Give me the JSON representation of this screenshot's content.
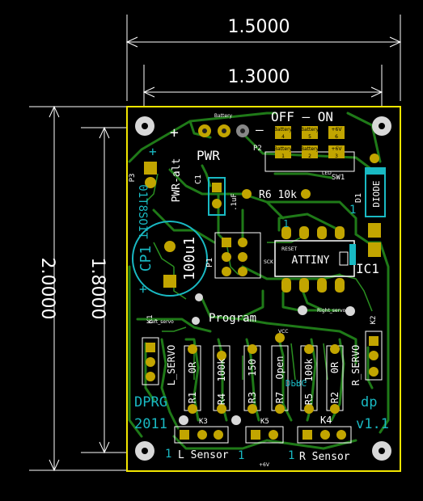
{
  "dimensions": {
    "top_outer": "1.5000",
    "top_inner": "1.3000",
    "left_outer": "2.0000",
    "left_inner": "1.8000"
  },
  "labels": {
    "battery": "Battery",
    "pwr": "PWR",
    "pwr_alt": "PWR-alt",
    "off_on": "OFF  –  ON",
    "p2": "P2",
    "p3": "P3",
    "sw1": "SW1",
    "d1": "D1",
    "diode": "DIODE",
    "c1": "C1",
    "c1_val": ".1uF",
    "r6": "R6 10k",
    "cp1": "CP1",
    "cp1_val": "100u1",
    "rev": "01T8SOIT",
    "p1": "P1",
    "attiny": "ATTINY",
    "ic1": "IC1",
    "program": "Program",
    "k1": "K1",
    "l_servo": "L_SERVO",
    "k2": "K2",
    "r_servo": "R_SERVO",
    "r1": "R1",
    "r1_val": "0R",
    "r4": "R4",
    "r4_val": "100k",
    "r3": "R3",
    "r3_val": "150",
    "r7": "R7",
    "r7_val": "Open",
    "r5": "R5",
    "r5_val": "100k",
    "r2": "R2",
    "r2_val": "0R",
    "dprg": "DPRG",
    "dprg_mirror": "DPRG",
    "year": "2011",
    "dp": "dp",
    "version": "v1.1",
    "k3": "K3",
    "k5": "K5",
    "k4": "K4",
    "l_sensor": "L Sensor",
    "r_sensor": "R Sensor",
    "one": "1",
    "plus": "+",
    "minus": "–",
    "left_servo": "Left_servo",
    "right_servo": "Right_servo",
    "vcc": "VCC",
    "led": "LED",
    "sck": "SCK",
    "reset": "RESET",
    "plus6v": "+6V",
    "battery_pad": "Battery",
    "pad_num_4": "4",
    "pad_num_5": "5",
    "pad_num_6": "6",
    "pad_num_1": "1",
    "pad_num_2": "2",
    "pad_num_3": "3"
  },
  "colors": {
    "background": "#000000",
    "board_outline": "#f2e600",
    "copper": "#1f7a18",
    "copper_dark": "#0f4a0b",
    "pad": "#c2a500",
    "silk": "#ffffff",
    "cyan": "#19b9c3"
  }
}
